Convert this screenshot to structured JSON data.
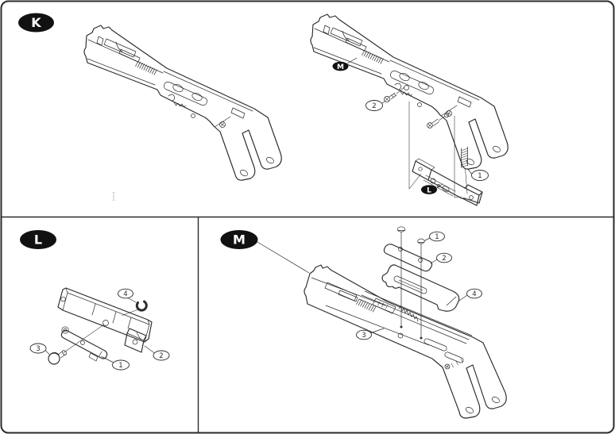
{
  "diagram": {
    "type": "exploded-parts-diagram",
    "panels": {
      "k": {
        "label": "K",
        "inset_labels": {
          "m": "M",
          "l": "L"
        },
        "callouts": {
          "c1": "1",
          "c2": "2"
        }
      },
      "l": {
        "label": "L",
        "callouts": {
          "c1": "1",
          "c2": "2",
          "c3": "3",
          "c4": "4"
        }
      },
      "m": {
        "label": "M",
        "callouts": {
          "c1": "1",
          "c2": "2",
          "c3": "3",
          "c4": "4"
        }
      }
    },
    "watermark": "I",
    "colors": {
      "line": "#2b2b2b",
      "background": "#ffffff",
      "badge_fill": "#111111",
      "badge_text": "#ffffff"
    }
  }
}
